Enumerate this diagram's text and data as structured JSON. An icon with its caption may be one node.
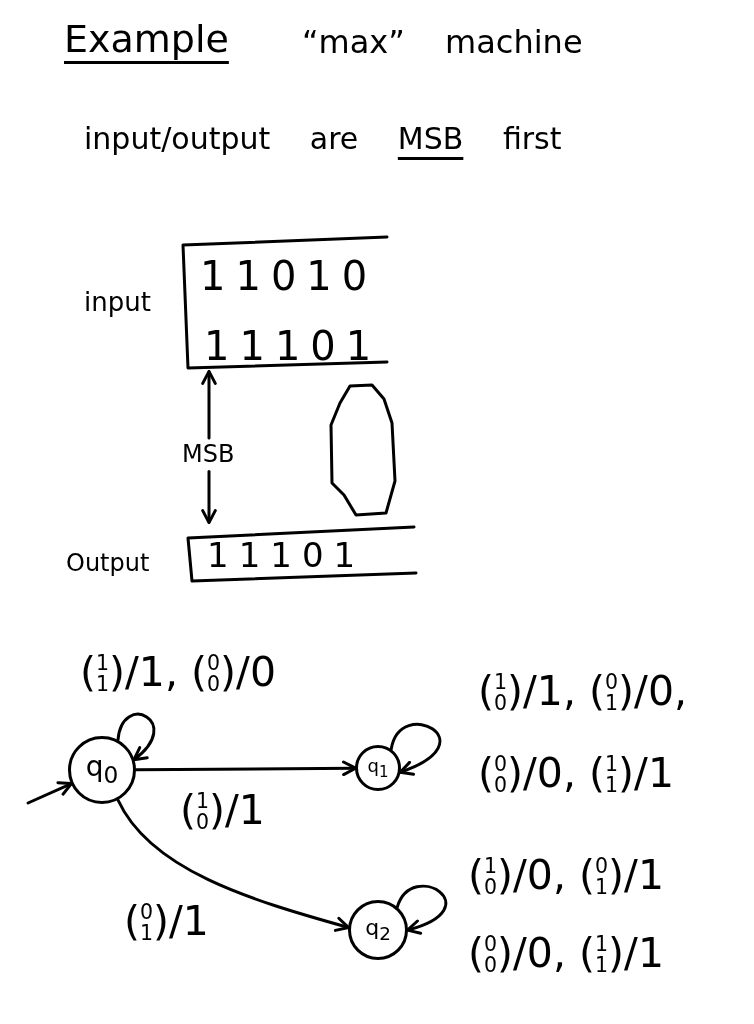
{
  "diagram": {
    "title": "Example",
    "nodes": [
      {
        "text": [
          "11010",
          "11101"
        ],
        "beside": [
          "input"
        ]
      },
      {
        "text": [
          "MSB"
        ]
      },
      {
        "text": [],
        "shape": "octagon"
      },
      {
        "text": [
          "11101"
        ],
        "beside": [
          "Output"
        ]
      },
      {
        "text": [
          "q$_{0}$"
        ]
      },
      {
        "text": [
          "q$_{1}$"
        ]
      },
      {
        "text": [
          "q$_{2}$"
        ]
      }
    ],
    "edges": [
      {
        "from": 1,
        "to": 0,
        "arrow": "to"
      },
      {
        "from": 1,
        "to": 3,
        "arrow": "to"
      },
      {
        "from": null,
        "to": 4,
        "arrow": "to"
      },
      {
        "from": 4,
        "to": 4,
        "arrow": "to",
        "label": "($^{1}$$_{1}$)/1, ($^{0}$$_{0}$)/0"
      },
      {
        "from": 4,
        "to": 5,
        "arrow": "to",
        "label": "($^{1}$$_{0}$)/1"
      },
      {
        "from": 5,
        "to": 5,
        "arrow": "to",
        "label": "($^{1}$$_{0}$)/1, ($^{0}$$_{1}$)/0, ($^{0}$$_{0}$)/0, ($^{1}$$_{1}$)/1"
      },
      {
        "from": 4,
        "to": 6,
        "arrow": "to",
        "label": "($^{0}$$_{1}$)/1"
      },
      {
        "from": 6,
        "to": 6,
        "arrow": "to",
        "label": "($^{1}$$_{0}$)/0, ($^{0}$$_{1}$)/1 ($^{0}$$_{0}$)/0, ($^{1}$$_{1}$)/1"
      }
    ],
    "labels": [
      "“max” machine",
      "input/output are **MSB** first"
    ]
  }
}
